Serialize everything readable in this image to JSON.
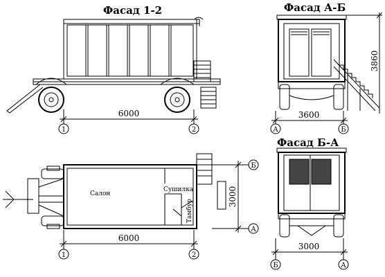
{
  "titles": {
    "facade_12": "Фасад 1-2",
    "facade_ab": "Фасад А-Б",
    "facade_ba": "Фасад Б-А"
  },
  "dimensions": {
    "side_length": "6000",
    "plan_length": "6000",
    "plan_width": "3000",
    "ab_height": "3860",
    "ab_width": "3600",
    "ba_width": "3000"
  },
  "axes": {
    "one": "1",
    "two": "2",
    "A": "А",
    "B": "Б"
  },
  "rooms": {
    "salon": "Салон",
    "dryer": "Сушилка",
    "vestibule": "Тамбур"
  }
}
